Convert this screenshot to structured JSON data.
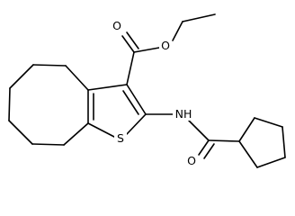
{
  "structure": {
    "atoms": {
      "o_carbonyl_ester": "O",
      "o_ether_ester": "O",
      "nh": "NH",
      "s_ring": "S",
      "o_amide": "O"
    }
  }
}
